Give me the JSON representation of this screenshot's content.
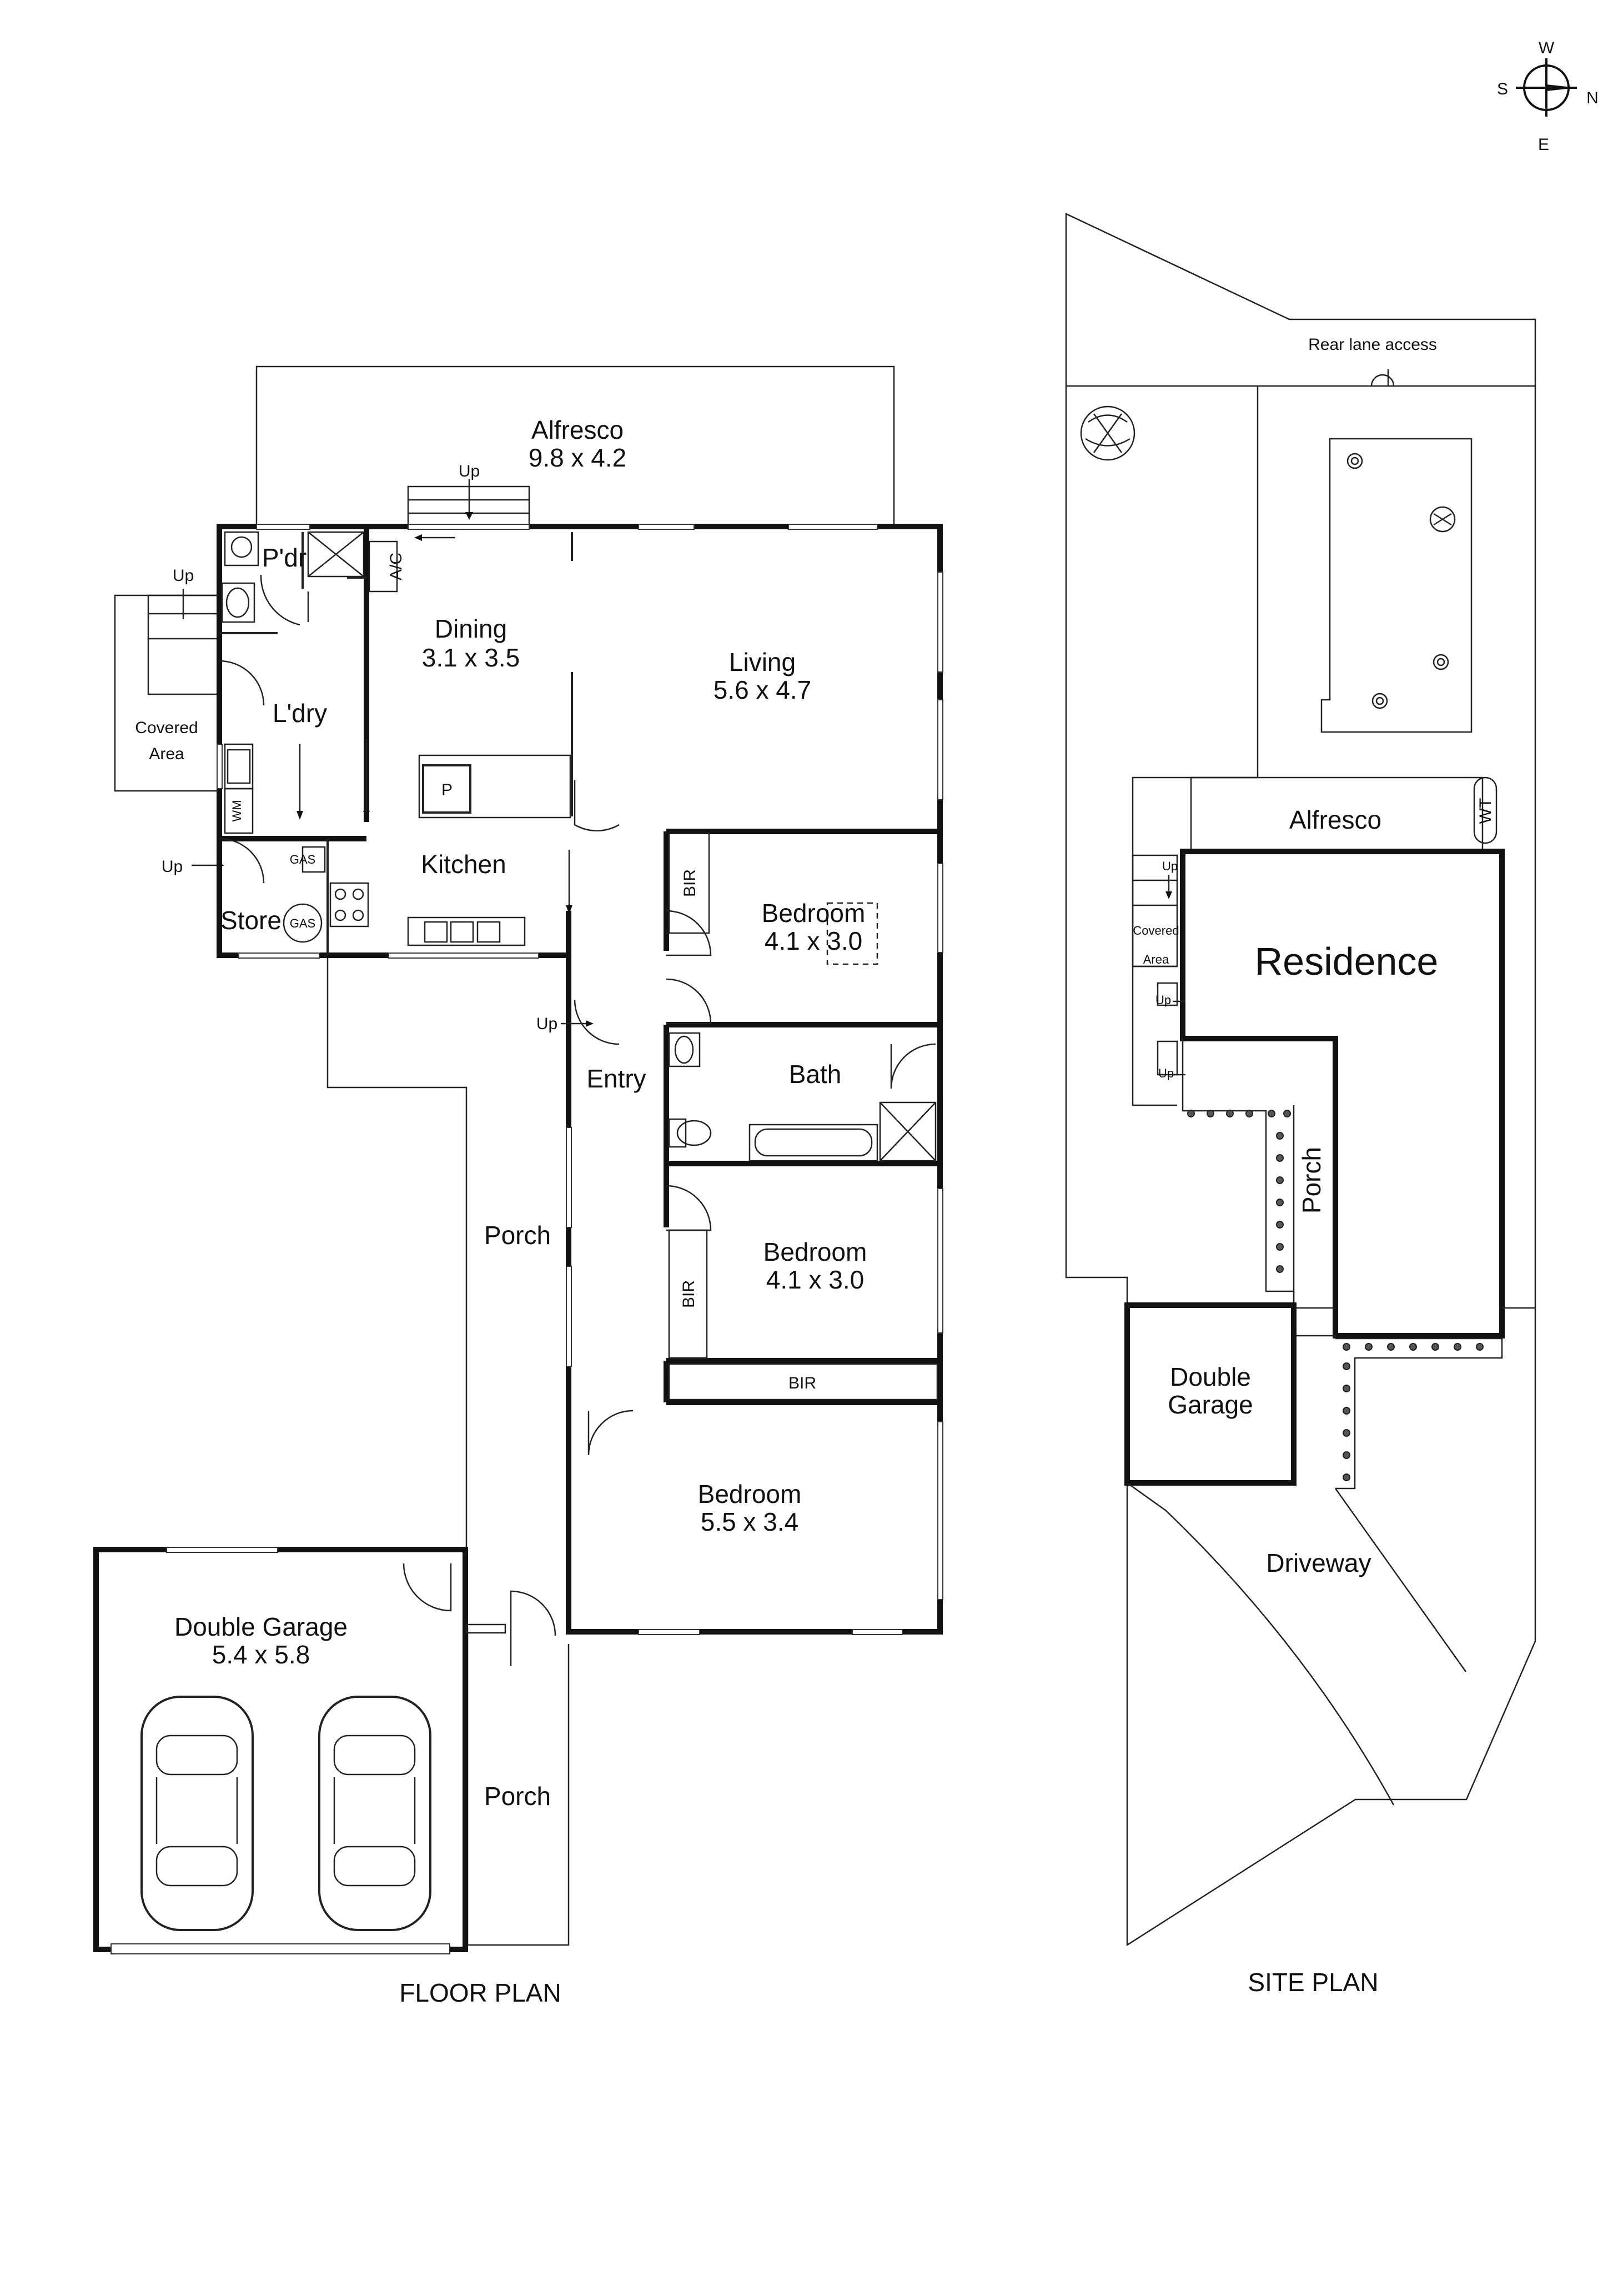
{
  "compass": {
    "w": "W",
    "s": "S",
    "n": "N",
    "e": "E"
  },
  "floor_plan": {
    "caption": "FLOOR PLAN",
    "alfresco": {
      "name": "Alfresco",
      "dims": "9.8 x 4.2"
    },
    "powder": "P'dr",
    "ac": "A/C",
    "dining": {
      "name": "Dining",
      "dims": "3.1 x 3.5"
    },
    "living": {
      "name": "Living",
      "dims": "5.6 x 4.7"
    },
    "laundry": "L'dry",
    "covered_area": [
      "Covered",
      "Area"
    ],
    "wm": "WM",
    "pantry": "P",
    "kitchen": "Kitchen",
    "gas": "GAS",
    "store": "Store",
    "bedroom1": {
      "name": "Bedroom",
      "dims": "4.1 x 3.0"
    },
    "bir": "BIR",
    "entry": "Entry",
    "bath": "Bath",
    "bedroom2": {
      "name": "Bedroom",
      "dims": "4.1 x 3.0"
    },
    "bedroom3": {
      "name": "Bedroom",
      "dims": "5.5 x 3.4"
    },
    "porch": "Porch",
    "garage": {
      "name": "Double Garage",
      "dims": "5.4 x 5.8"
    },
    "up": "Up"
  },
  "site_plan": {
    "caption": "SITE PLAN",
    "rear_lane": "Rear lane access",
    "alfresco": "Alfresco",
    "wt": "WT",
    "residence": "Residence",
    "covered_area": [
      "Covered",
      "Area"
    ],
    "porch": "Porch",
    "garage": [
      "Double",
      "Garage"
    ],
    "driveway": "Driveway",
    "up": "Up"
  }
}
